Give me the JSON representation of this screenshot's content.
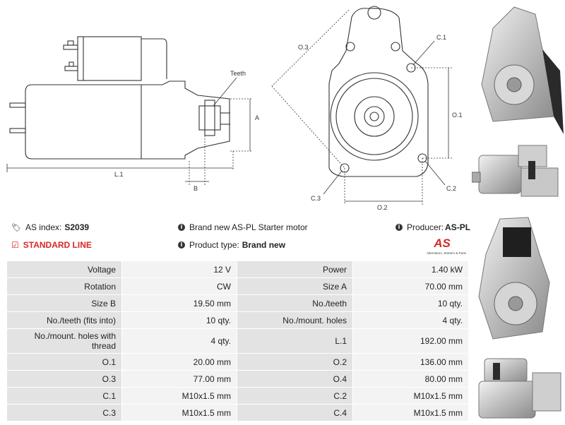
{
  "drawing": {
    "labels": {
      "teeth": "Teeth",
      "a": "A",
      "b": "B",
      "l1": "L.1",
      "o3": "O.3",
      "c1": "C.1",
      "o1": "O.1",
      "c2": "C.2",
      "c3": "C.3",
      "o2": "O.2"
    }
  },
  "info": {
    "as_index_label": "AS index:",
    "as_index_value": "S2039",
    "line": "STANDARD LINE",
    "description": "Brand new AS-PL Starter motor",
    "product_type_label": "Product type:",
    "product_type_value": "Brand new",
    "producer_label": "Producer:",
    "producer_value": "AS-PL",
    "logo_text": "AS",
    "logo_tagline": "Alternators, Starters & Parts"
  },
  "specs": [
    [
      "Voltage",
      "12 V",
      "Power",
      "1.40 kW"
    ],
    [
      "Rotation",
      "CW",
      "Size A",
      "70.00 mm"
    ],
    [
      "Size B",
      "19.50 mm",
      "No./teeth",
      "10 qty."
    ],
    [
      "No./teeth (fits into)",
      "10 qty.",
      "No./mount. holes",
      "4 qty."
    ],
    [
      "No./mount. holes with thread",
      "4 qty.",
      "L.1",
      "192.00 mm"
    ],
    [
      "O.1",
      "20.00 mm",
      "O.2",
      "136.00 mm"
    ],
    [
      "O.3",
      "77.00 mm",
      "O.4",
      "80.00 mm"
    ],
    [
      "C.1",
      "M10x1.5 mm",
      "C.2",
      "M10x1.5 mm"
    ],
    [
      "C.3",
      "M10x1.5 mm",
      "C.4",
      "M10x1.5 mm"
    ]
  ],
  "colors": {
    "accent": "#d62828",
    "key_cell": "#e3e3e3",
    "value_cell": "#f3f3f3"
  }
}
